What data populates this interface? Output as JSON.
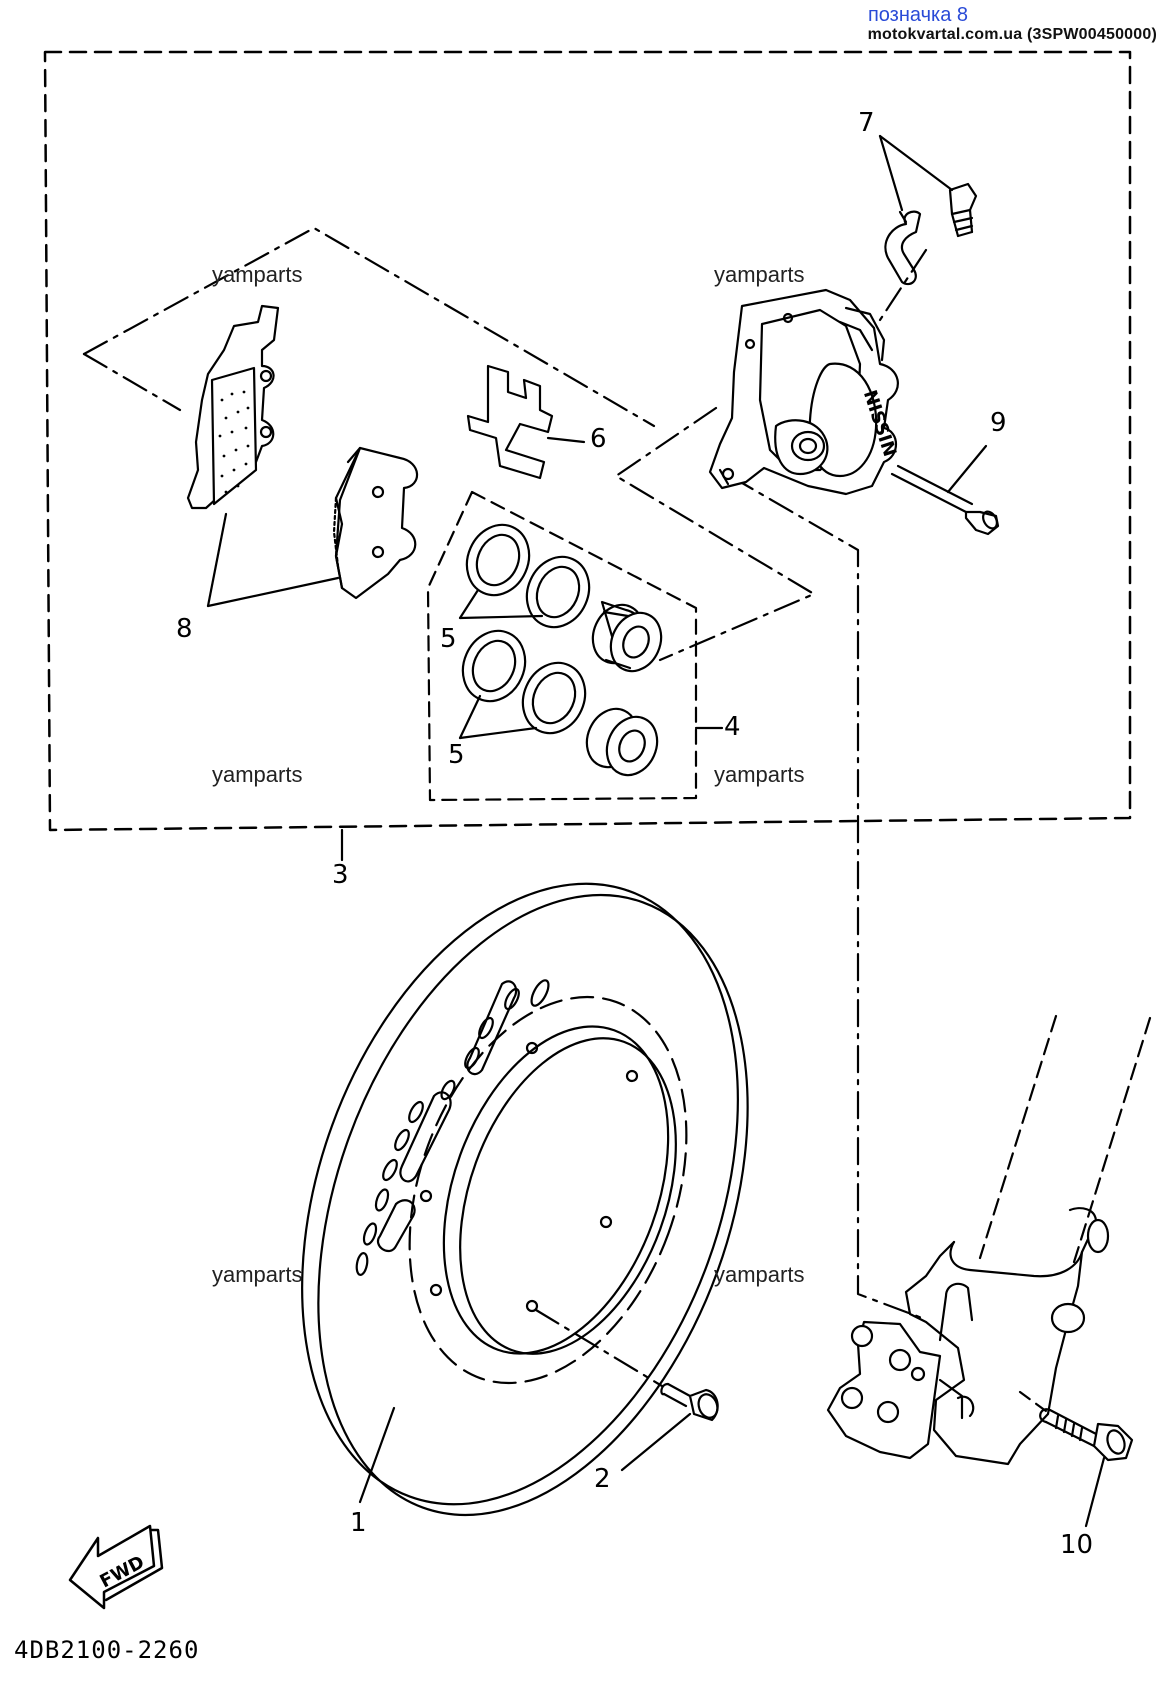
{
  "header": {
    "marker_label": "позначка 8",
    "source_line": "motokvartal.com.ua (3SPW00450000)"
  },
  "watermarks": [
    "yamparts",
    "yamparts",
    "yamparts",
    "yamparts",
    "yamparts",
    "yamparts"
  ],
  "callouts": {
    "c1": "1",
    "c2": "2",
    "c3": "3",
    "c4": "4",
    "c5a": "5",
    "c5b": "5",
    "c6": "6",
    "c7": "7",
    "c8": "8",
    "c9": "9",
    "c10": "10"
  },
  "fwd_label": "FWD",
  "diagram_code": "4DB2100-2260",
  "caliper_brand": "NISSIN"
}
